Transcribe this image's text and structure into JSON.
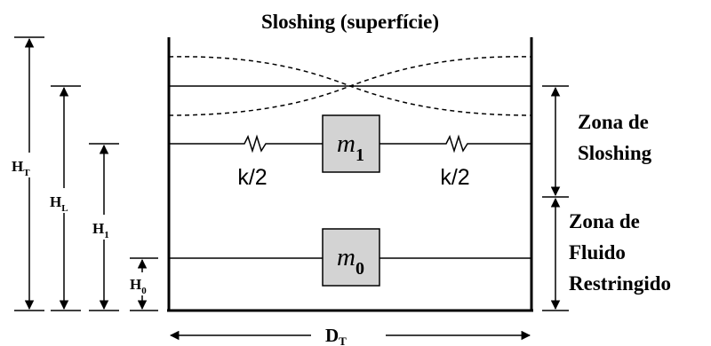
{
  "title": "Sloshing (superfície)",
  "dimensions": {
    "ht": {
      "main": "H",
      "sub": "T"
    },
    "hl": {
      "main": "H",
      "sub": "L"
    },
    "h1": {
      "main": "H",
      "sub": "1"
    },
    "h0": {
      "main": "H",
      "sub": "0"
    },
    "dt": {
      "main": "D",
      "sub": "T"
    }
  },
  "masses": {
    "m1": {
      "main": "m",
      "sub": "1"
    },
    "m0": {
      "main": "m",
      "sub": "0"
    }
  },
  "springs": {
    "left_label": "k/2",
    "right_label": "k/2"
  },
  "zones": {
    "sloshing": [
      "Zona de",
      "Sloshing"
    ],
    "rigid": [
      "Zona de",
      "Fluido",
      "Restringido"
    ]
  },
  "colors": {
    "mass_fill": "#d3d3d3",
    "stroke": "#000000"
  }
}
